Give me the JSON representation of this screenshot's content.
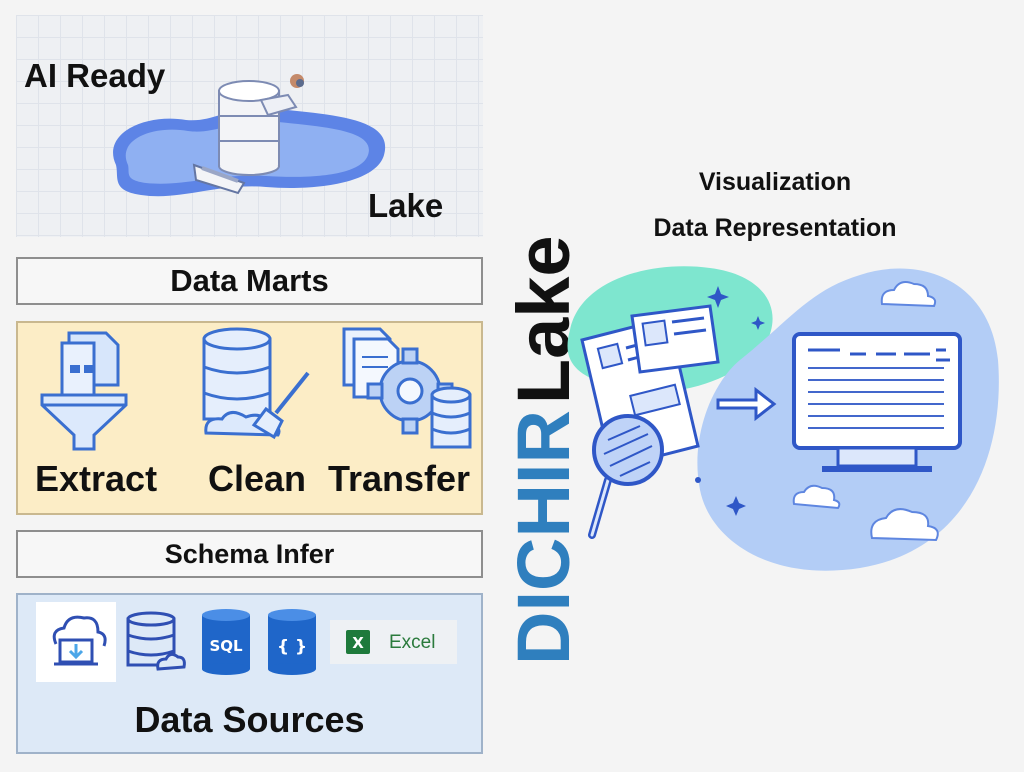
{
  "ai_panel": {
    "title": "AI Ready",
    "lake_label": "Lake"
  },
  "data_marts": "Data Marts",
  "etl": {
    "extract": "Extract",
    "clean": "Clean",
    "transfer": "Transfer"
  },
  "schema_infer": "Schema Infer",
  "sources": {
    "title": "Data Sources",
    "sql_label": "SQL",
    "json_label": "{ }",
    "excel_label": "Excel",
    "excel_letter": "X"
  },
  "brand": {
    "name_part": "DICHIR",
    "lake_part": "Lake"
  },
  "visualization": {
    "line1": "Visualization",
    "line2": "Data Representation"
  },
  "colors": {
    "brand_blue": "#2f7fbe",
    "brand_green": "#46a35a",
    "teal_blob": "#7ee6cf",
    "blue_blob": "#b3cdf6",
    "icon_blue": "#3a6fd0",
    "lake_blue": "#5d84e6"
  }
}
